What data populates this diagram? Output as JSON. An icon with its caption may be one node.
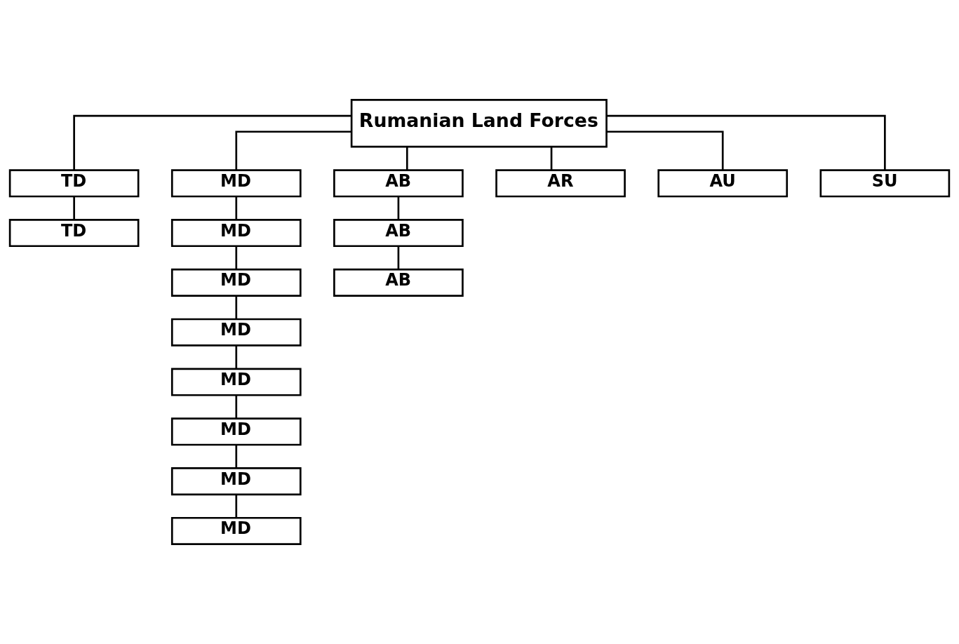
{
  "diagram": {
    "nodes": [
      {
        "text": [
          "Rumanian Land Forces"
        ]
      },
      {
        "text": [
          "TD"
        ]
      },
      {
        "text": [
          "MD"
        ]
      },
      {
        "text": [
          "AB"
        ]
      },
      {
        "text": [
          "AR"
        ]
      },
      {
        "text": [
          "TD"
        ]
      },
      {
        "text": [
          "MD"
        ]
      },
      {
        "text": [
          "AB"
        ]
      },
      {
        "text": [
          "AU"
        ]
      },
      {
        "text": [
          "SU"
        ]
      },
      {
        "text": [
          "MD"
        ]
      },
      {
        "text": [
          "AB"
        ]
      },
      {
        "text": [
          "MD"
        ]
      },
      {
        "text": [
          "MD"
        ]
      },
      {
        "text": [
          "MD"
        ]
      },
      {
        "text": [
          "MD"
        ]
      },
      {
        "text": [
          "MD"
        ]
      }
    ],
    "edges": [
      {
        "from": 0,
        "to": 1,
        "arrow": "none"
      },
      {
        "from": 1,
        "to": 5,
        "arrow": "none"
      },
      {
        "from": 0,
        "to": 2,
        "arrow": "none"
      },
      {
        "from": 2,
        "to": 6,
        "arrow": "none"
      },
      {
        "from": 6,
        "to": 10,
        "arrow": "none"
      },
      {
        "from": 10,
        "to": 12,
        "arrow": "none"
      },
      {
        "from": 12,
        "to": 13,
        "arrow": "none"
      },
      {
        "from": 13,
        "to": 14,
        "arrow": "none"
      },
      {
        "from": 14,
        "to": 15,
        "arrow": "none"
      },
      {
        "from": 15,
        "to": 16,
        "arrow": "none"
      },
      {
        "from": 0,
        "to": 3,
        "arrow": "none"
      },
      {
        "from": 3,
        "to": 7,
        "arrow": "none"
      },
      {
        "from": 7,
        "to": 11,
        "arrow": "none"
      },
      {
        "from": 0,
        "to": 4,
        "arrow": "none"
      },
      {
        "from": 0,
        "to": 8,
        "arrow": "none"
      },
      {
        "from": 0,
        "to": 9,
        "arrow": "none"
      }
    ]
  }
}
